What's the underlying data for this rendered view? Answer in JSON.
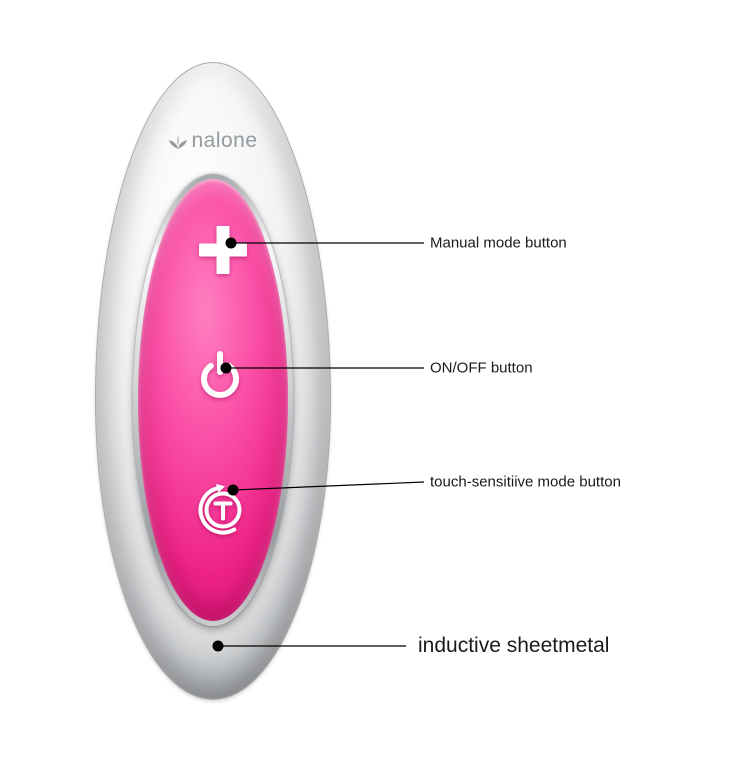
{
  "product": {
    "brand": "nalone",
    "buttons": [
      {
        "id": "manual-mode-button",
        "icon": "plus-icon"
      },
      {
        "id": "on-off-button",
        "icon": "power-icon"
      },
      {
        "id": "touch-mode-button",
        "icon": "touch-rotate-icon"
      }
    ]
  },
  "callouts": [
    {
      "label": "Manual mode button"
    },
    {
      "label": "ON/OFF button"
    },
    {
      "label": "touch-sensitiive mode button"
    },
    {
      "label": "inductive sheetmetal"
    }
  ],
  "colors": {
    "pink": "#ee2286",
    "pink_light": "#ff7fc0",
    "pink_dark": "#cf1371",
    "logo_gray": "#94999d",
    "line_black": "#000000",
    "label_text": "#1a1a1a"
  }
}
